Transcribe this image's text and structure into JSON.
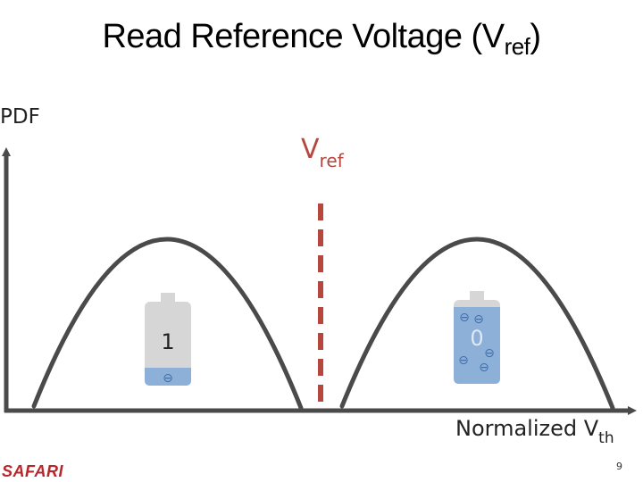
{
  "slide": {
    "title_main": "Read Reference Voltage (V",
    "title_sub": "ref",
    "title_close": ")",
    "y_axis_label": "PDF",
    "vref_main": "V",
    "vref_sub": "ref",
    "x_axis_main": "Normalized V",
    "x_axis_sub": "th",
    "logo_text": "SAFARI",
    "page_number": "9"
  },
  "cells": {
    "left_value": "1",
    "right_value": "0",
    "electron_symbol": "⊖"
  },
  "colors": {
    "curve": "#4a4a4a",
    "vref_line": "#b5473f",
    "cell_body": "#d6d6d6",
    "cell_charge": "#8db0d8",
    "logo": "#b8262a"
  }
}
